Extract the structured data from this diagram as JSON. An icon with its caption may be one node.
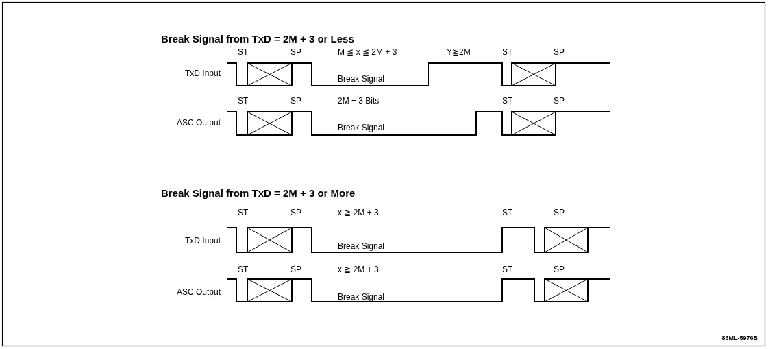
{
  "diagram": {
    "labels": [
      "Break Signal from TxD = 2M + 3 or Less",
      "ST",
      "SP",
      "M ≦ x ≦ 2M + 3",
      "Y≧2M",
      "ST",
      "SP",
      "TxD Input",
      "Break Signal",
      "ST",
      "SP",
      "2M + 3 Bits",
      "ST",
      "SP",
      "ASC Output",
      "Break Signal",
      "Break Signal from TxD = 2M + 3 or More",
      "ST",
      "SP",
      "x ≧ 2M + 3",
      "ST",
      "SP",
      "TxD Input",
      "Break Signal",
      "ST",
      "SP",
      "x ≧ 2M + 3",
      "ST",
      "SP",
      "ASC Output",
      "Break Signal",
      "83ML-5976B"
    ]
  }
}
